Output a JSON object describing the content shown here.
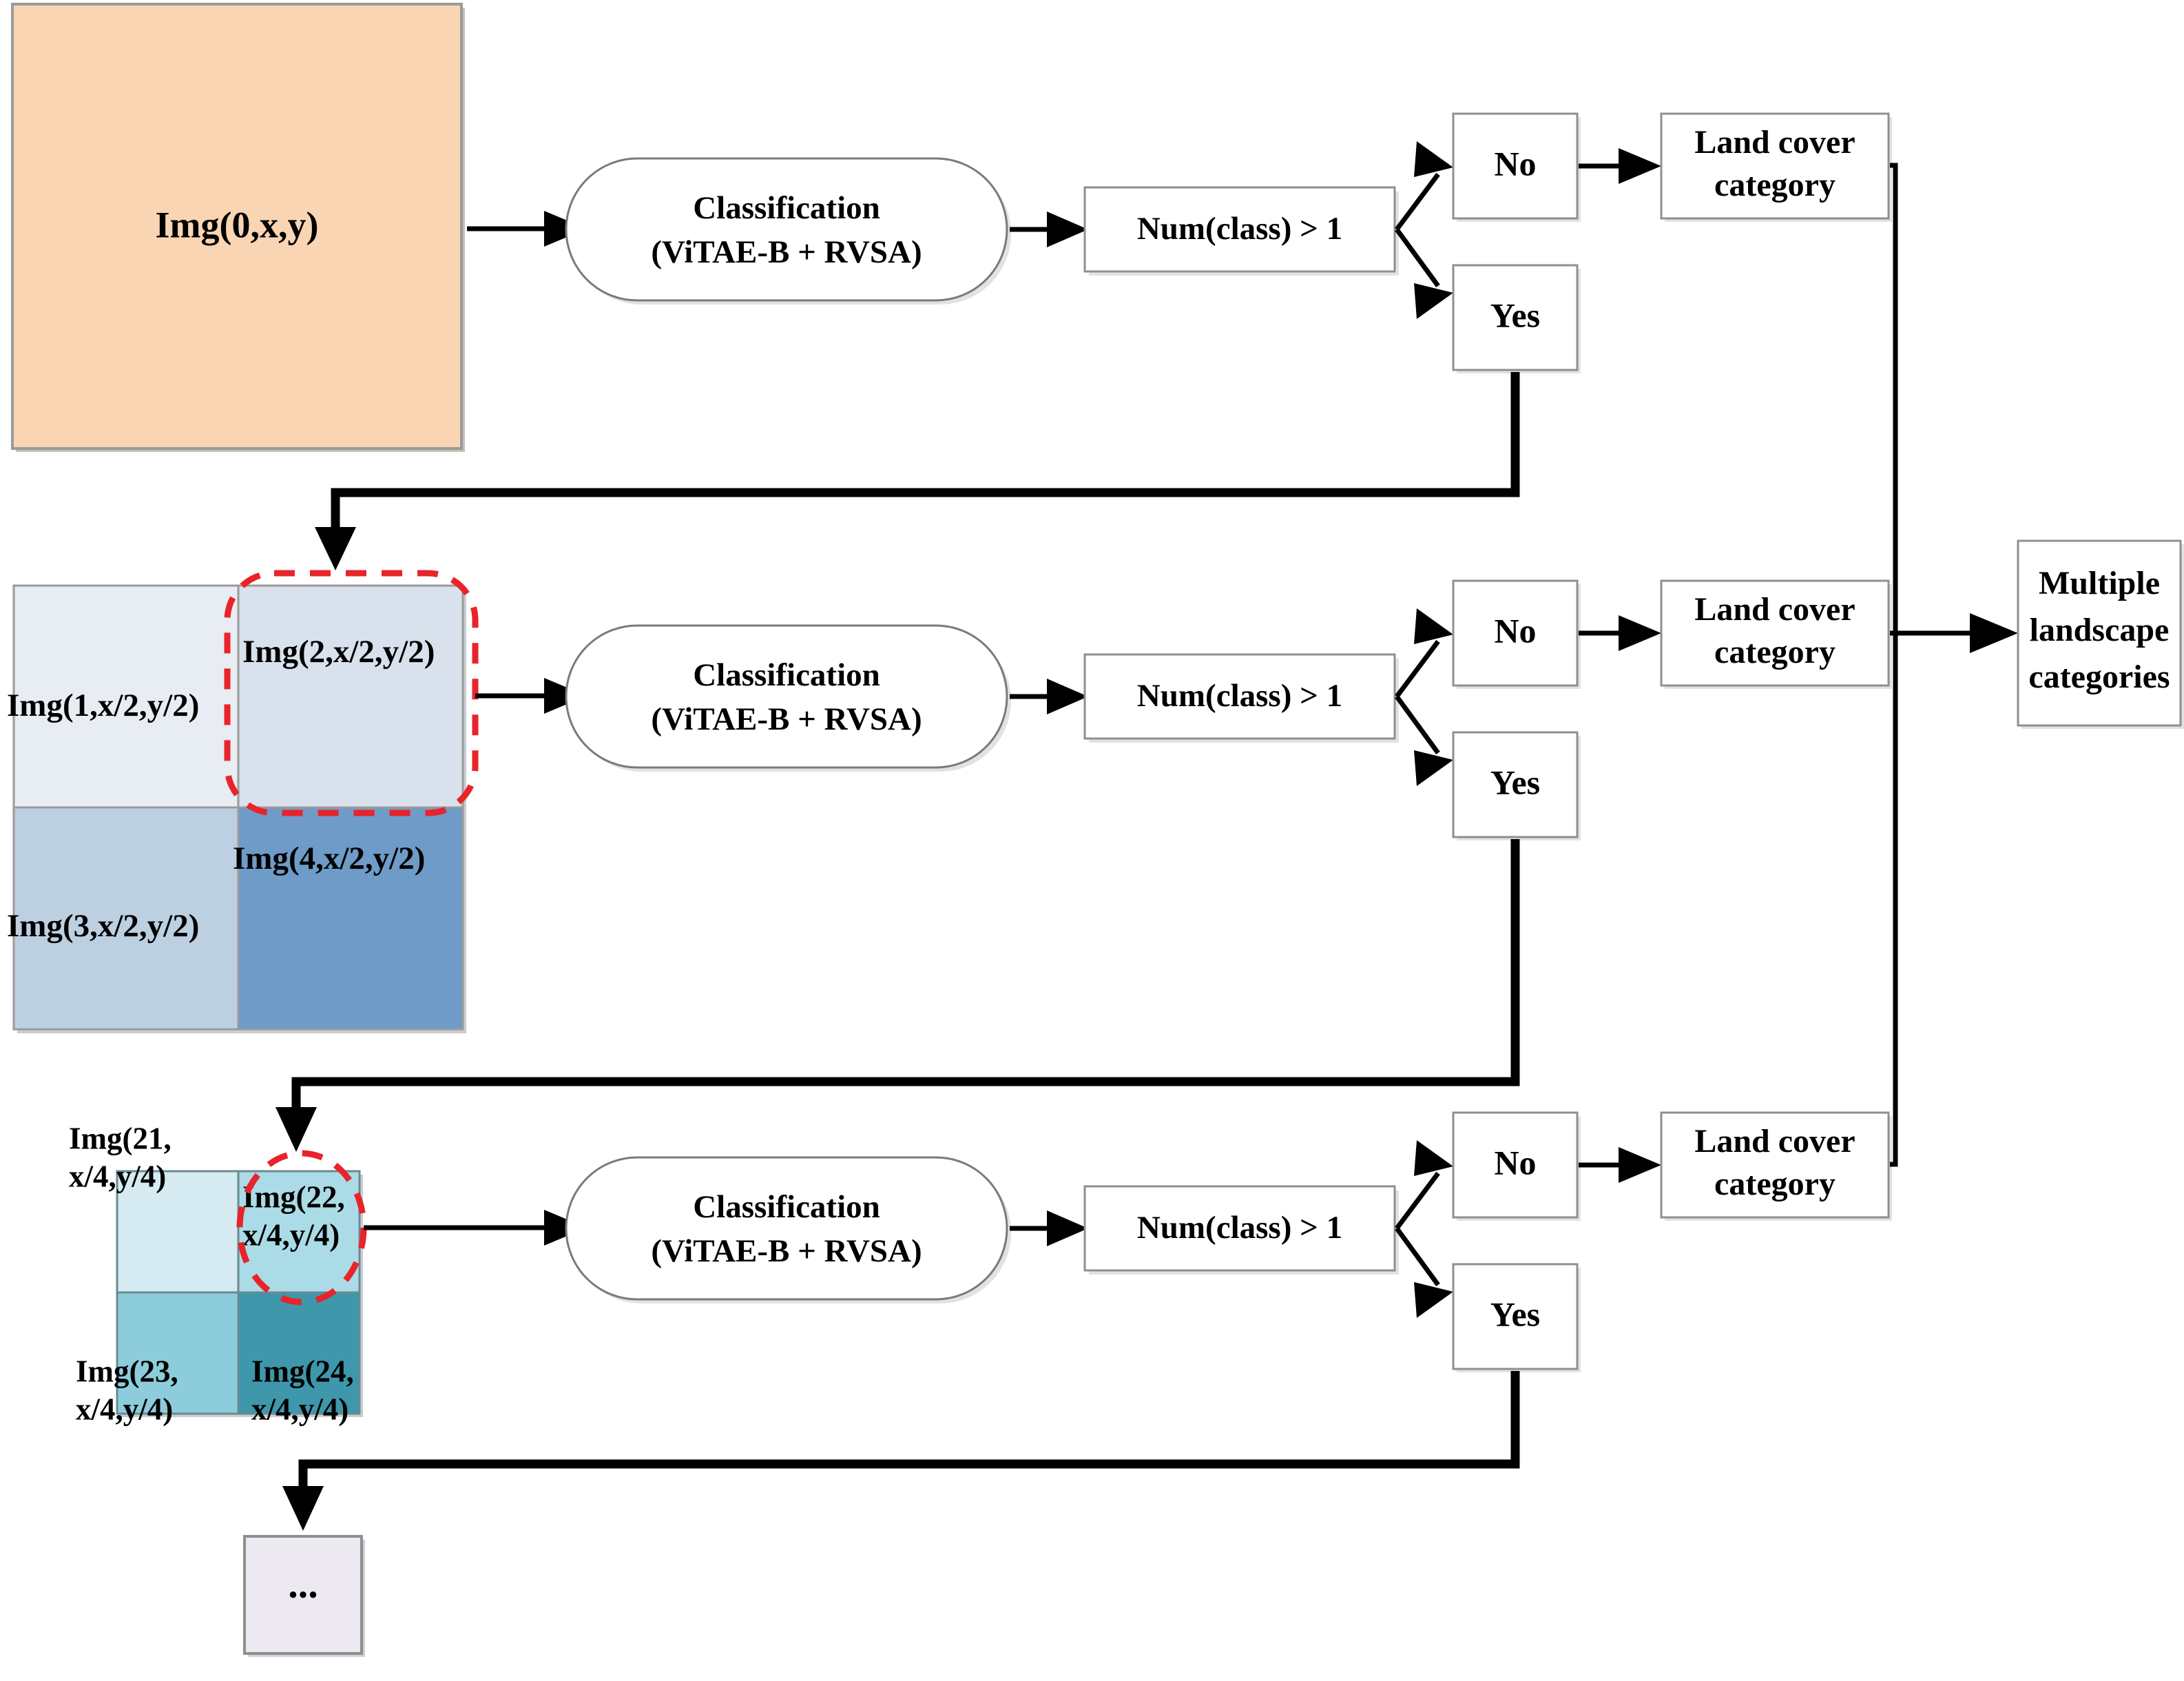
{
  "diagram": {
    "title": "Hierarchical image subdivision and classification flowchart",
    "rows": [
      {
        "id": "row-1",
        "classification_label_line1": "Classification",
        "classification_label_line2": "(ViTAE-B + RVSA)",
        "condition_label": "Num(class) > 1",
        "no_label": "No",
        "yes_label": "Yes",
        "outcome_line1": "Land cover",
        "outcome_line2": "category"
      },
      {
        "id": "row-2",
        "classification_label_line1": "Classification",
        "classification_label_line2": "(ViTAE-B + RVSA)",
        "condition_label": "Num(class) > 1",
        "no_label": "No",
        "yes_label": "Yes",
        "outcome_line1": "Land cover",
        "outcome_line2": "category"
      },
      {
        "id": "row-3",
        "classification_label_line1": "Classification",
        "classification_label_line2": "(ViTAE-B + RVSA)",
        "condition_label": "Num(class) > 1",
        "no_label": "No",
        "yes_label": "Yes",
        "outcome_line1": "Land cover",
        "outcome_line2": "category"
      }
    ],
    "final_node": {
      "line1": "Multiple",
      "line2": "landscape",
      "line3": "categories"
    },
    "ellipsis_node": {
      "label": "..."
    },
    "level0": {
      "label": "Img(0,x,y)",
      "color": "#f9d5b4"
    },
    "level1": {
      "cells": [
        {
          "label": "Img(1,x/2,y/2)",
          "color": "#e8ecf3",
          "quadrant": "top-left"
        },
        {
          "label": "Img(2,x/2,y/2)",
          "color": "#d9e1ec",
          "quadrant": "top-right"
        },
        {
          "label": "Img(3,x/2,y/2)",
          "color": "#bdd0e2",
          "quadrant": "bottom-left"
        },
        {
          "label": "Img(4,x/2,y/2)",
          "color": "#6e9bc8",
          "quadrant": "bottom-right"
        }
      ],
      "highlight_quadrant": "top-right",
      "highlight_color": "#e8242a"
    },
    "level2": {
      "cells": [
        {
          "label_line1": "Img(21,",
          "label_line2": "x/4,y/4)",
          "color": "#d5ebf1",
          "quadrant": "top-left"
        },
        {
          "label_line1": "Img(22,",
          "label_line2": "x/4,y/4)",
          "color": "#abdbe6",
          "quadrant": "top-right"
        },
        {
          "label_line1": "Img(23,",
          "label_line2": "x/4,y/4)",
          "color": "#8dccdb",
          "quadrant": "bottom-left"
        },
        {
          "label_line1": "Img(24,",
          "label_line2": "x/4,y/4)",
          "color": "#3e97ab",
          "quadrant": "bottom-right"
        }
      ],
      "highlight_quadrant": "top-right",
      "highlight_color": "#e8242a"
    }
  }
}
